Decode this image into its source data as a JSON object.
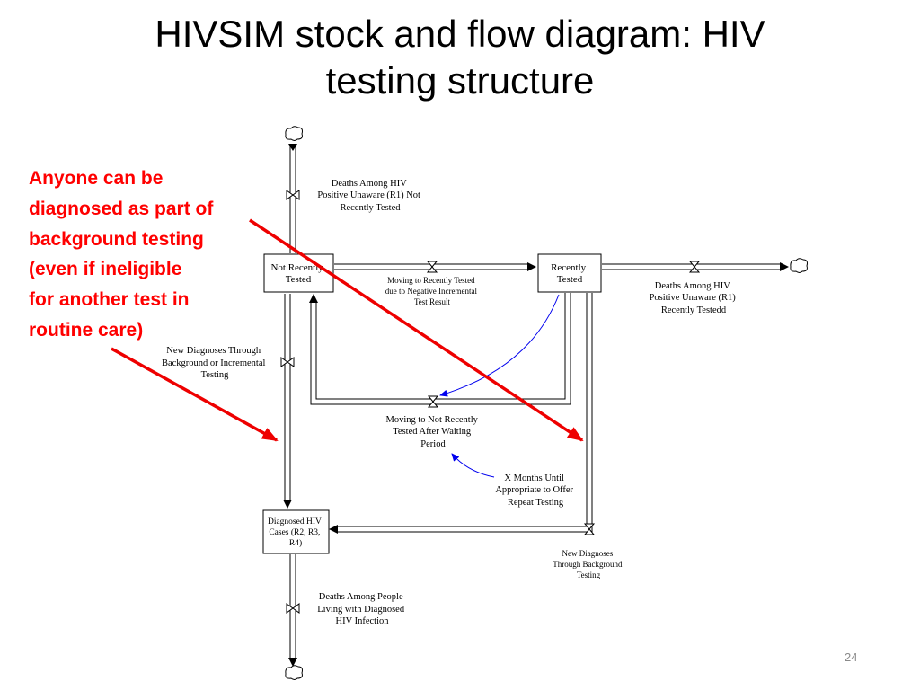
{
  "slide": {
    "title_lines": [
      "HIVSIM stock and flow diagram: HIV",
      "testing structure"
    ],
    "annotation_lines": [
      "Anyone can be",
      "diagnosed as part of",
      "background testing",
      "(even if ineligible",
      "for another test in",
      "routine care)"
    ],
    "slide_number": "24"
  },
  "diagram": {
    "stocks": {
      "not_recently_tested": [
        "Not Recently",
        "Tested"
      ],
      "recently_tested": [
        "Recently",
        "Tested"
      ],
      "diagnosed": [
        "Diagnosed HIV",
        "Cases (R2, R3,",
        "R4)"
      ]
    },
    "flows": {
      "deaths_unaware_not_recent": [
        "Deaths Among HIV",
        "Positive Unaware (R1) Not",
        "Recently Tested"
      ],
      "moving_to_recent": [
        "Moving to Recently Tested",
        "due to Negative Incremental",
        "Test Result"
      ],
      "deaths_unaware_recent": [
        "Deaths Among HIV",
        "Positive Unaware (R1)",
        "Recently Testedd"
      ],
      "new_dx_background_incremental": [
        "New Diagnoses Through",
        "Background or Incremental",
        "Testing"
      ],
      "moving_to_not_recent": [
        "Moving to Not Recently",
        "Tested After Waiting",
        "Period"
      ],
      "new_dx_background": [
        "New Diagnoses",
        "Through Background",
        "Testing"
      ],
      "deaths_diagnosed": [
        "Deaths Among People",
        "Living with Diagnosed",
        "HIV Infection"
      ]
    },
    "auxiliaries": {
      "x_months": [
        "X Months Until",
        "Appropriate to Offer",
        "Repeat Testing"
      ]
    }
  },
  "colors": {
    "annotation": "#ff0000",
    "arrow_annotation": "#ee0000",
    "info_link": "#0000ee",
    "pipe": "#000000",
    "slide_number": "#8a8a8a"
  }
}
